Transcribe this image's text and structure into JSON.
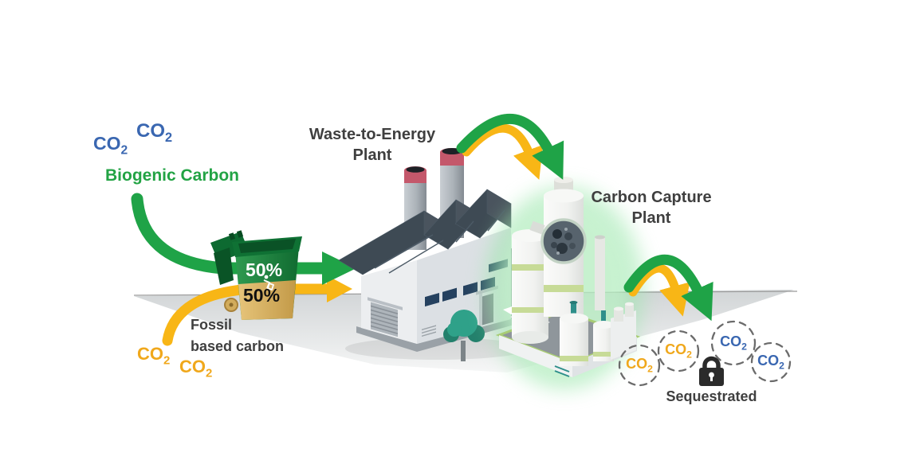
{
  "colors": {
    "arrow_green": "#1FA347",
    "arrow_yellow": "#F8B616",
    "co2_blue": "#3A67B1",
    "co2_gold": "#F0A81C",
    "text_dark": "#3F3F3F",
    "glow_green": "#9BE7AC",
    "chimney_red": "#C4586B"
  },
  "wte_plant": {
    "title_line1": "Waste-to-Energy",
    "title_line2": "Plant"
  },
  "capture_plant": {
    "title_line1": "Carbon Capture",
    "title_line2": "Plant"
  },
  "biogenic": {
    "label": "Biogenic Carbon",
    "co2": [
      {
        "base": "CO",
        "sub": "2"
      },
      {
        "base": "CO",
        "sub": "2"
      }
    ]
  },
  "fossil": {
    "label_line1": "Fossil",
    "label_line2": "based carbon",
    "co2": [
      {
        "base": "CO",
        "sub": "2"
      },
      {
        "base": "CO",
        "sub": "2"
      }
    ]
  },
  "bin": {
    "biogenic_share": "50%",
    "fossil_share": "50%"
  },
  "sequestration": {
    "label": "Sequestrated",
    "bubbles": [
      {
        "base": "CO",
        "sub": "2",
        "color": "gold"
      },
      {
        "base": "CO",
        "sub": "2",
        "color": "gold"
      },
      {
        "base": "CO",
        "sub": "2",
        "color": "blue"
      },
      {
        "base": "CO",
        "sub": "2",
        "color": "blue"
      }
    ]
  }
}
